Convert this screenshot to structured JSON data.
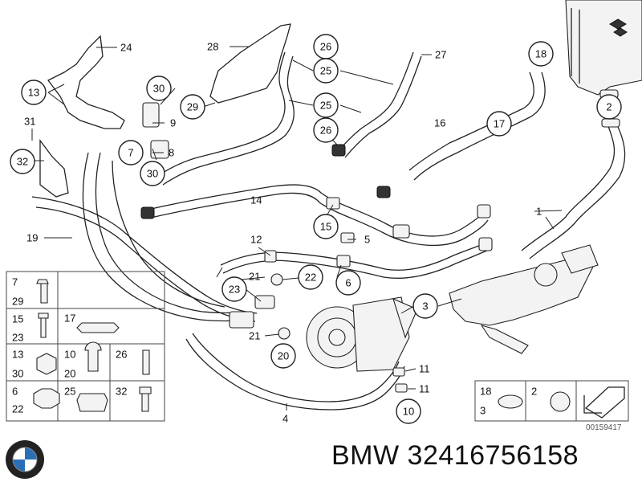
{
  "caption": {
    "brand": "BMW",
    "part_number": "32416756158"
  },
  "diagram_code": "00159417",
  "callouts": {
    "c24": "24",
    "c28": "28",
    "c26a": "26",
    "c27": "27",
    "c25a": "25",
    "c18a": "18",
    "c13a": "13",
    "c30a": "30",
    "c29a": "29",
    "c9": "9",
    "c25b": "25",
    "c2a": "2",
    "c16": "16",
    "c17a": "17",
    "c26b": "26",
    "c31": "31",
    "c7a": "7",
    "c8": "8",
    "c32a": "32",
    "c30b": "30",
    "c14": "14",
    "c1": "1",
    "c15a": "15",
    "c5": "5",
    "c19": "19",
    "c12": "12",
    "c6a": "6",
    "c21a": "21",
    "c22a": "22",
    "c23": "23",
    "c3": "3",
    "c21b": "21",
    "c20a": "20",
    "c11a": "11",
    "c11b": "11",
    "c10a": "10",
    "c4": "4"
  },
  "legend_left": {
    "r1": {
      "a": "7",
      "b": "29"
    },
    "r2": {
      "a": "15",
      "b": "23",
      "c": "17"
    },
    "r3": {
      "a": "13",
      "b": "30",
      "c": "10",
      "d": "20",
      "e": "26"
    },
    "r4": {
      "a": "6",
      "b": "22",
      "c": "25",
      "d": "32"
    }
  },
  "legend_right": {
    "a": "18",
    "b": "3",
    "c": "2"
  },
  "icons": [
    "bmw-logo-icon",
    "arrow-icon"
  ]
}
